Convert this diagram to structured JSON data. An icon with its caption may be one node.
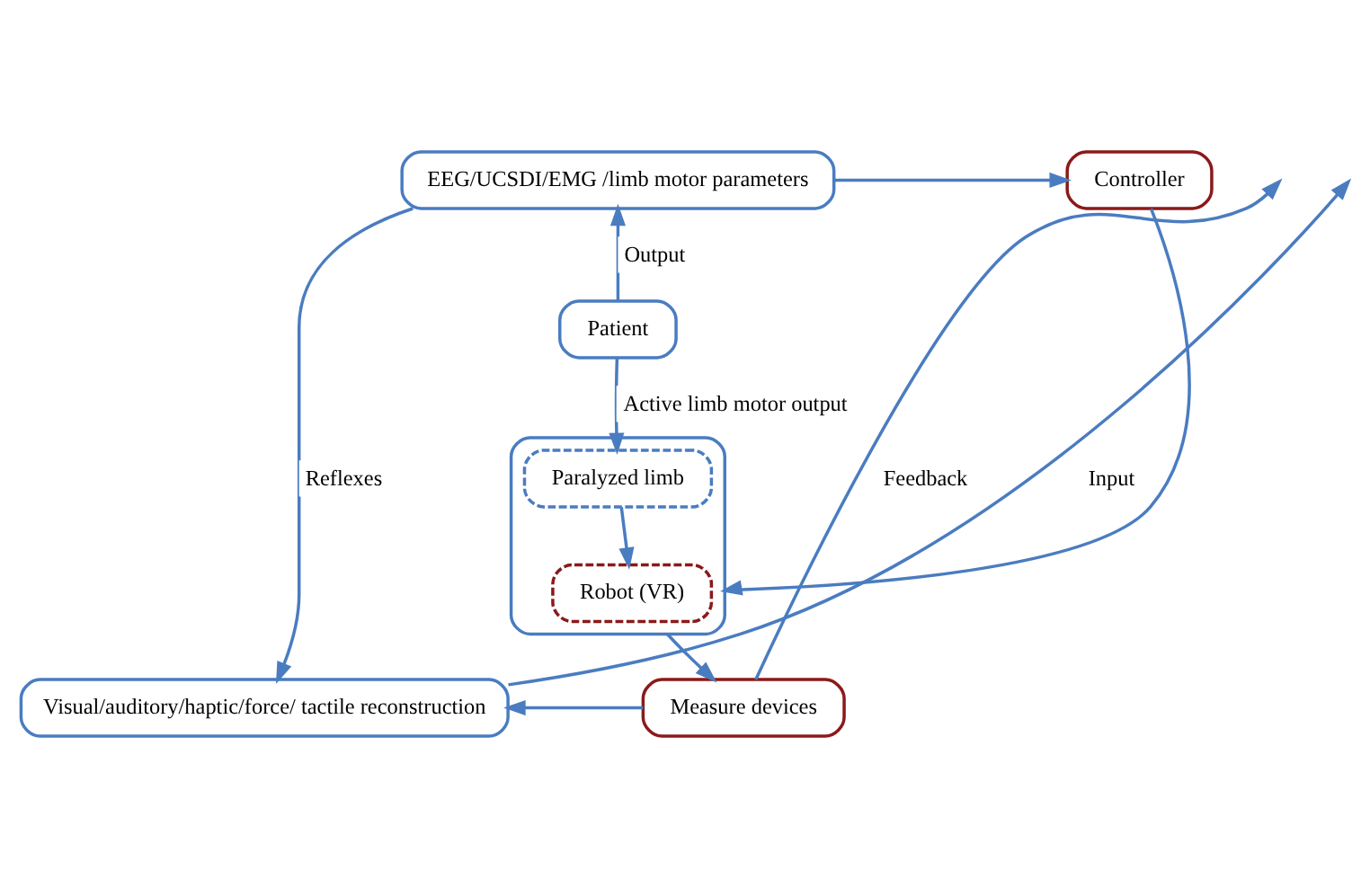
{
  "diagram": {
    "nodes": [
      {
        "text": [
          "EEG/UCSDI/EMG /limb motor parameters"
        ]
      },
      {
        "text": [
          "Controller"
        ]
      },
      {
        "text": [
          "Patient"
        ]
      },
      {
        "text": [],
        "shape": "box"
      },
      {
        "text": [
          "Robot (VR)"
        ],
        "in": 3
      },
      {
        "text": [
          "Paralyzed limb"
        ],
        "in": 3
      },
      {
        "text": [
          "Visual/auditory/haptic/force/ tactile reconstruction"
        ]
      },
      {
        "text": [
          "Measure devices"
        ]
      }
    ],
    "edges": [
      {
        "from": 0,
        "to": 1,
        "arrow": "to"
      },
      {
        "from": 0,
        "to": 6,
        "arrow": "to",
        "label": "Reflexes"
      },
      {
        "from": 2,
        "to": 0,
        "arrow": "to",
        "label": "Output"
      },
      {
        "from": 1,
        "to": 3,
        "arrow": "to"
      },
      {
        "from": 2,
        "to": 5,
        "arrow": "to",
        "label": "Active limb motor output"
      },
      {
        "from": 5,
        "to": 4,
        "arrow": "to"
      },
      {
        "from": 3,
        "to": 7,
        "arrow": "to"
      },
      {
        "from": 7,
        "to": 6,
        "arrow": "to"
      },
      {
        "from": 7,
        "to": null,
        "arrow": "to",
        "label": "Feedback"
      },
      {
        "from": 6,
        "to": null,
        "arrow": "to",
        "label": "Input"
      }
    ]
  }
}
